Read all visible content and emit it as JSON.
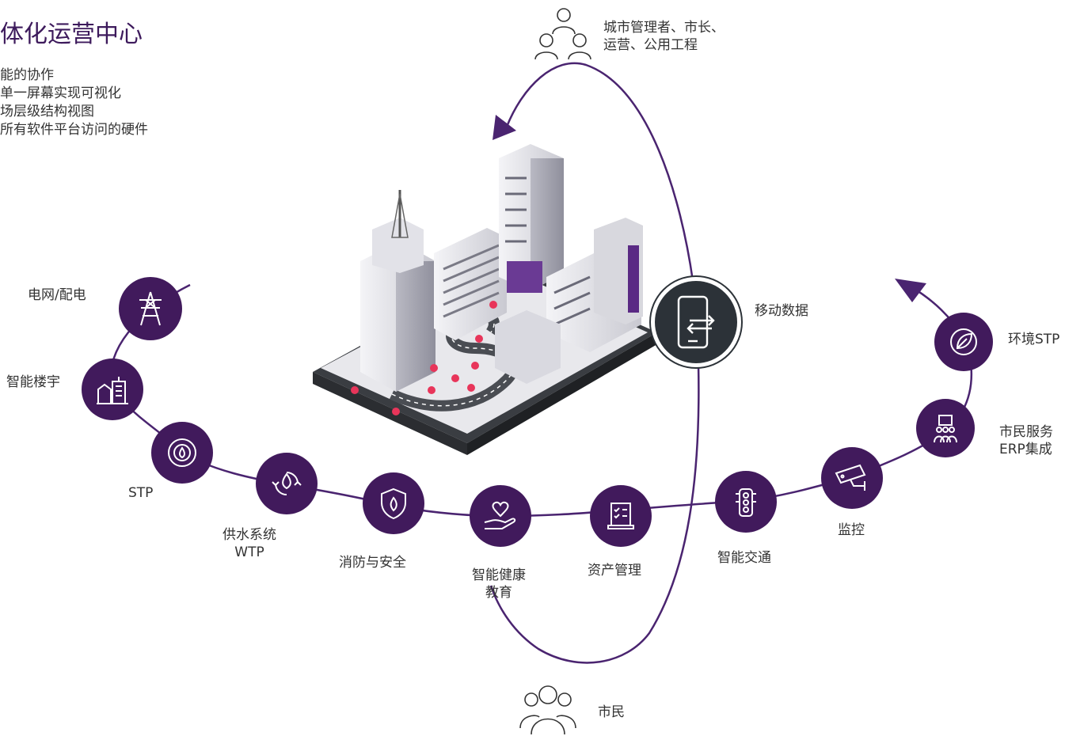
{
  "title": "体化运营中心",
  "bullets": [
    "能的协作",
    "单一屏幕实现可视化",
    "场层级结构视图",
    "所有软件平台访问的硬件"
  ],
  "top_users_label": [
    "城市管理者、市长、",
    "运营、公用工程"
  ],
  "citizen_label": "市民",
  "mobile_label": "移动数据",
  "nodes": {
    "grid": {
      "label": "电网/配电",
      "icon": "power-tower-icon"
    },
    "building": {
      "label": "智能楼宇",
      "icon": "buildings-icon"
    },
    "stp": {
      "label": "STP",
      "icon": "sewage-filter-icon"
    },
    "water": {
      "label": [
        "供水系统",
        "WTP"
      ],
      "icon": "water-drop-cycle-icon"
    },
    "fire": {
      "label": "消防与安全",
      "icon": "fire-shield-icon"
    },
    "health": {
      "label": [
        "智能健康",
        "教育"
      ],
      "icon": "heart-hand-icon"
    },
    "asset": {
      "label": "资产管理",
      "icon": "checklist-laptop-icon"
    },
    "traffic": {
      "label": "智能交通",
      "icon": "traffic-light-icon"
    },
    "surveillance": {
      "label": "监控",
      "icon": "cctv-camera-icon"
    },
    "erp": {
      "label": [
        "市民服务",
        "ERP集成"
      ],
      "icon": "citizen-group-icon"
    },
    "env": {
      "label": "环境STP",
      "icon": "leaf-icon"
    }
  },
  "colors": {
    "accent": "#411a5c",
    "line": "#4a2470",
    "mobile": "#2c3238",
    "text": "#333333"
  }
}
